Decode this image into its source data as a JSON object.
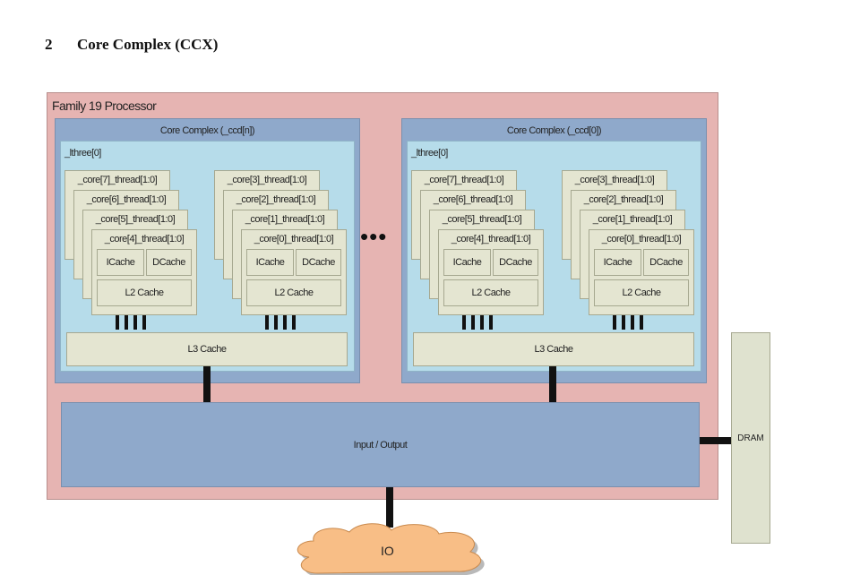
{
  "section": {
    "number": "2",
    "title": "Core Complex (CCX)"
  },
  "processor": {
    "label": "Family 19 Processor"
  },
  "ellipsis": "•••",
  "ccds": [
    {
      "title": "Core Complex (_ccd[n])",
      "lthree_label": "_lthree[0]",
      "stacks": [
        {
          "cores": [
            "_core[7]_thread[1:0]",
            "_core[6]_thread[1:0]",
            "_core[5]_thread[1:0]",
            "_core[4]_thread[1:0]"
          ]
        },
        {
          "cores": [
            "_core[3]_thread[1:0]",
            "_core[2]_thread[1:0]",
            "_core[1]_thread[1:0]",
            "_core[0]_thread[1:0]"
          ]
        }
      ],
      "l3_label": "L3 Cache"
    },
    {
      "title": "Core Complex (_ccd[0])",
      "lthree_label": "_lthree[0]",
      "stacks": [
        {
          "cores": [
            "_core[7]_thread[1:0]",
            "_core[6]_thread[1:0]",
            "_core[5]_thread[1:0]",
            "_core[4]_thread[1:0]"
          ]
        },
        {
          "cores": [
            "_core[3]_thread[1:0]",
            "_core[2]_thread[1:0]",
            "_core[1]_thread[1:0]",
            "_core[0]_thread[1:0]"
          ]
        }
      ],
      "l3_label": "L3 Cache"
    }
  ],
  "cache_labels": {
    "icache": "ICache",
    "dcache": "DCache",
    "l2": "L2 Cache"
  },
  "io_block": {
    "label": "Input / Output"
  },
  "dram": {
    "label": "DRAM"
  },
  "io_cloud": {
    "label": "IO"
  },
  "colors": {
    "processor": "#e6b4b2",
    "ccd": "#8fa9cb",
    "lthree": "#b6dcea",
    "core": "#e4e5d1",
    "cloud": "#f8be86",
    "bus": "#111111"
  }
}
